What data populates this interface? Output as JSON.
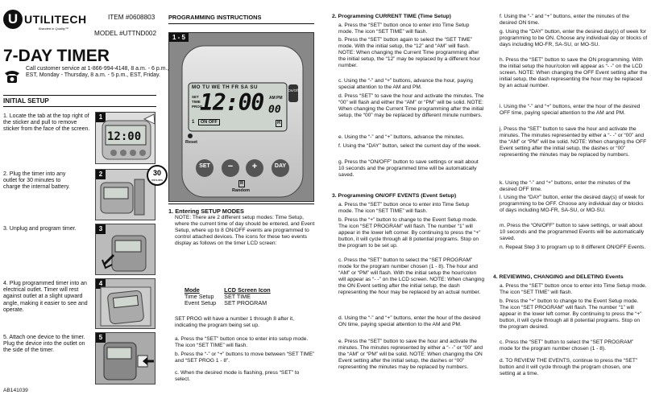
{
  "header": {
    "brand": "UTILITECH",
    "brand_tagline": "Branded in Quality™",
    "item_number": "ITEM #0608803",
    "model_number": "MODEL #UTTND002",
    "title": "7-DAY TIMER",
    "service_text": "Call customer service at 1-866-994-4148, 8 a.m. - 6 p.m., EST, Monday - Thursday, 8 a.m. - 5 p.m., EST, Friday."
  },
  "initial_setup": {
    "heading": "INITIAL SETUP",
    "steps": [
      {
        "num": "1",
        "text": "1. Locate the tab at the top right of the sticker and pull to remove sticker from the face of the screen."
      },
      {
        "num": "2",
        "text": "2. Plug the timer into any outlet for 30 minutes to charge the internal battery.",
        "badge": "30 minutes"
      },
      {
        "num": "3",
        "text": "3. Unplug and program timer."
      },
      {
        "num": "4",
        "text": "4. Plug programmed timer into an electrical outlet. Timer will rest against outlet at a slight upward angle, making it easier to see and operate."
      },
      {
        "num": "5",
        "text": "5. Attach one device to the timer. Plug the device into the outlet on the side of the timer."
      }
    ],
    "footer_code": "AB141039"
  },
  "programming": {
    "heading": "PROGRAMMING INSTRUCTIONS",
    "figure_label": "1 - 5",
    "lcd": {
      "days": "MO TU WE TH FR SA SU",
      "time": "12:00",
      "seconds": "00",
      "am": "AM",
      "pm": "PM",
      "on_off": "ON OFF",
      "r": "R",
      "one": "1",
      "set_label": "SET",
      "time_label": "TIME",
      "prog_label": "PROG"
    },
    "buttons": {
      "set": "SET",
      "minus": "−",
      "plus": "+",
      "day": "DAY",
      "onoff": "On/Off",
      "reset": "Reset",
      "random": "Random",
      "r": "R"
    },
    "section1_title": "1. Entering SETUP MODES",
    "section1_note": "NOTE: There are 2 different setup modes: Time Setup, where the current time of day should be entered, and Event Setup, where up to 8 ON/OFF events are programmed to control attached devices. The icons for these two events display as follows on the timer LCD screen:",
    "modes_table": {
      "col1": "Mode",
      "col2": "LCD Screen Icon",
      "rows": [
        [
          "Time Setup",
          "SET TIME"
        ],
        [
          "Event Setup",
          "SET PROGRAM"
        ]
      ]
    },
    "section1_after": "SET PROG will have a number 1 through 8 after it, indicating the program being set up.",
    "section1_items": [
      "a. Press the “SET” button once to enter into setup mode. The icon “SET TIME” will flash.",
      "b. Press the “-” or “+” buttons to move between “SET TIME” and “SET PROG 1 - 8”.",
      "c. When the desired mode is flashing, press “SET” to select."
    ]
  },
  "section2": {
    "title": "2. Programming CURRENT TIME (Time Setup)",
    "items": [
      "a. Press the “SET” button once to enter into Time Setup mode. The icon “SET TIME” will flash.",
      "b. Press the “SET” button again to select the “SET TIME” mode. With the initial setup, the “12” and “AM” will flash. NOTE: When changing the Current Time programming after the initial setup, the “12” may be replaced by a different hour number.",
      "c. Using the “-” and “+” buttons, advance the hour, paying special attention to the AM and PM.",
      "d. Press “SET” to save the hour and activate the minutes. The “00” will flash and either the “AM” or “PM” will be solid. NOTE: When changing the Current Time programming after the initial setup, the “00” may be replaced by different minute numbers.",
      "e. Using the “-” and “+” buttons, advance the minutes.",
      "f. Using the “DAY” button, select the current day of the week.",
      "g. Press the “ON/OFF” button to save settings or wait about 10 seconds and the programmed time will be automatically saved."
    ]
  },
  "section3": {
    "title": "3. Programming ON/OFF EVENTS (Event Setup)",
    "items": [
      "a. Press the “SET” button once to enter into Time Setup mode. The icon “SET TIME” will flash.",
      "b. Press the “+” button to change to the Event Setup mode. The icon “SET PROGRAM” will flash. The number “1” will appear in the lower left corner. By continuing to press the “+” button, it will cycle through all 8 potential programs. Stop on the program to be set up.",
      "c. Press the “SET” button to select the “SET PROGRAM” mode for the program number chosen (1 - 8). The hour and “AM” or “PM” will flash. With the initial setup the hour/colon will appear as “- -” on the LCD screen. NOTE: When changing the ON Event setting after the initial setup, the dash representing the hour may be replaced by an actual number.",
      "d. Using the “-” and “+” buttons, enter the hour of the desired ON time, paying special attention to the AM and PM.",
      "e. Press the “SET” button to save the hour and activate the minutes. The minutes represented by either a “- -” or “00” and the “AM” or “PM” will be solid. NOTE: When changing the ON Event setting after the initial setup, the dashes or “00” representing the minutes may be replaced by numbers."
    ]
  },
  "section3_cont": {
    "items": [
      "f. Using the “-” and “+” buttons, enter the minutes of the desired ON time.",
      "g. Using the “DAY” button, enter the desired day(s) of week for programming to be ON. Choose any individual day or blocks of days including MO-FR, SA-SU, or MO-SU.",
      "h. Press the “SET” button to save the ON programming. With the initial setup the hour/colon will appear as “- -” on the LCD screen. NOTE: When changing the OFF Event setting after the initial setup, the dash representing the hour may be replaced by an actual number.",
      "i. Using the “-” and “+” buttons, enter the hour of the desired OFF time, paying special attention to the AM and PM.",
      "j. Press the “SET” button to save the hour and activate the minutes. The minutes represented by either a “- -” or “00” and the “AM” or “PM” will be solid. NOTE: When changing the OFF Event setting after the initial setup, the dashes or “00” representing the minutes may be replaced by numbers.",
      "k. Using the “-” and “+” buttons, enter the minutes of the desired OFF time.",
      "l. Using the “DAY” button, enter the desired day(s) of week for programming to be OFF. Choose any individual day or blocks of days including MO-FR, SA-SU, or MO-SU.",
      "m. Press the “ON/OFF” button to save settings, or wait about 10 seconds and the programmed Events will be automatically saved.",
      "n. Repeat Step 3 to program up to 8 different ON/OFF Events."
    ]
  },
  "section4": {
    "title": "4. REVIEWING, CHANGING and DELETING Events",
    "items": [
      "a. Press the “SET” button once to enter into Time Setup mode. The icon “SET TIME” will flash.",
      "b. Press the “+” button to change to the Event Setup mode. The icon “SET PROGRAM” will flash. The number “1” will appear in the lower left corner. By continuing to press the “+” button, it will cycle through all 8 potential programs. Stop on the program desired.",
      "c. Press the “SET” button to select the “SET PROGRAM” mode for the program number chosen (1 - 8).",
      "d. TO REVIEW THE EVENTS, continue to press the “SET” button and it will cycle through the program chosen, one setting at a time."
    ]
  }
}
